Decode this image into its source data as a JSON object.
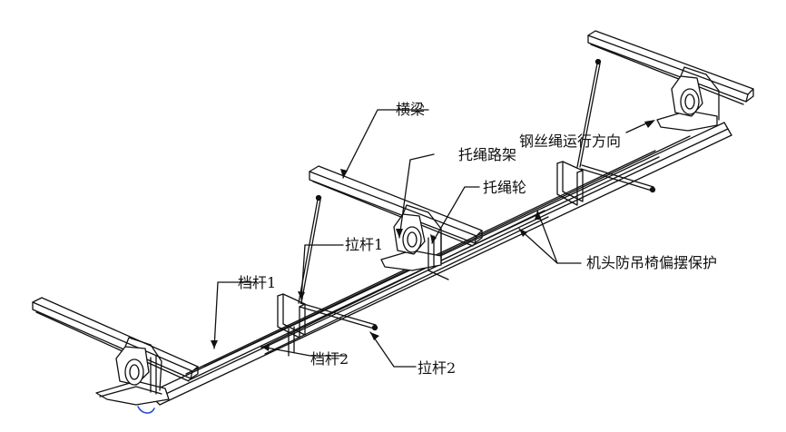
{
  "labels": {
    "crossbeam": "横梁",
    "rope_direction": "钢丝绳运行方向",
    "rope_support_frame": "托绳路架",
    "rope_wheel": "托绳轮",
    "pull_rod_1": "拉杆1",
    "stop_rod_1": "档杆1",
    "anti_swing": "机头防吊椅偏摆保护",
    "stop_rod_2": "档杆2",
    "pull_rod_2": "拉杆2"
  },
  "colors": {
    "line": "#111111",
    "fill": "#ffffff",
    "shade": "#d9d9d9",
    "accent": "#2a4fd6"
  }
}
